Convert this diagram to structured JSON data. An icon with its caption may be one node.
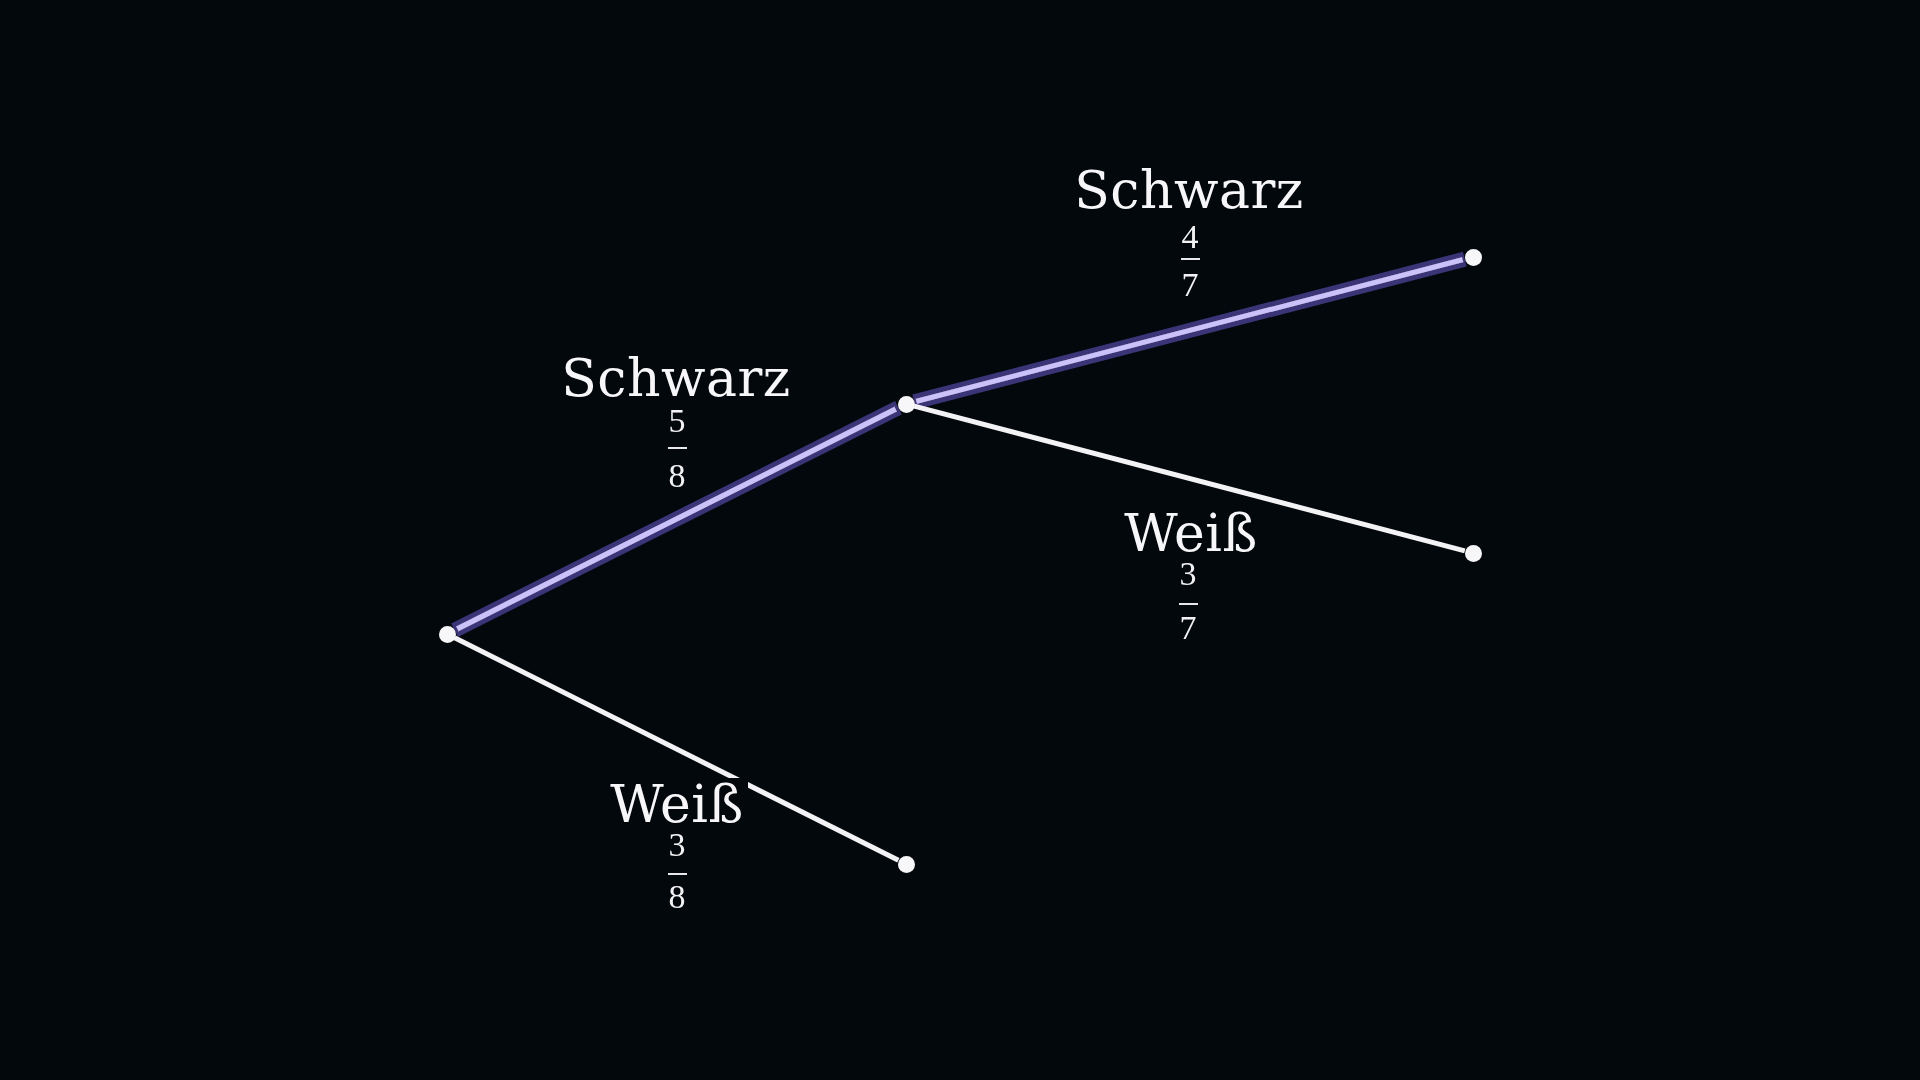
{
  "diagram": {
    "nodes": [
      {
        "text": [],
        "shape": "circle"
      },
      {
        "text": [],
        "shape": "circle"
      },
      {
        "text": [],
        "shape": "circle"
      },
      {
        "text": [],
        "shape": "circle"
      },
      {
        "text": [],
        "shape": "circle"
      }
    ],
    "edges": [
      {
        "from": 0,
        "to": 1,
        "arrow": "none",
        "label": "Schwarz",
        "style": "thick",
        "color": "#3b3478"
      },
      {
        "from": 1,
        "to": 2,
        "arrow": "none",
        "label": "Schwarz",
        "style": "thick",
        "color": "#3b3478"
      },
      {
        "from": 1,
        "to": 3,
        "arrow": "none",
        "label": "Weiß",
        "color": "#f3f3f6"
      },
      {
        "from": 0,
        "to": 4,
        "arrow": "none",
        "label": "Weiß",
        "color": "#f3f3f6"
      }
    ],
    "labels": [
      "4",
      "7",
      "5",
      "8",
      "3",
      "7",
      "3",
      "8"
    ]
  }
}
